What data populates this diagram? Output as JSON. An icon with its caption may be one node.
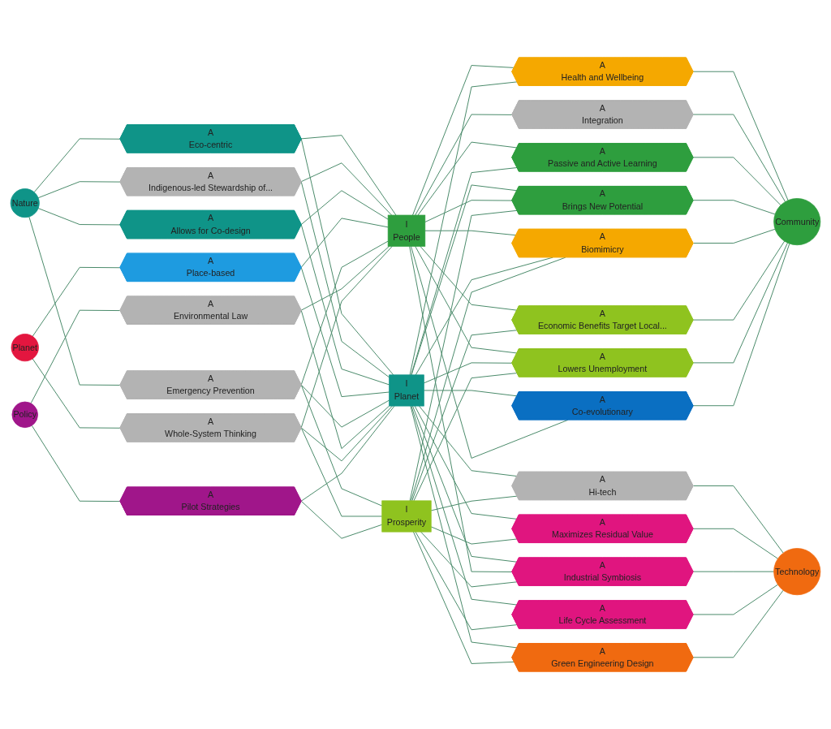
{
  "diagram": {
    "nodes": [
      {
        "text": [
          "Nature"
        ]
      },
      {
        "text": [
          "Planet"
        ]
      },
      {
        "text": [
          "A",
          "Eco-centric"
        ]
      },
      {
        "text": [
          "A",
          "Indigenous-led Stewardship of..."
        ]
      },
      {
        "text": [
          "A",
          "Allows for Co-design"
        ]
      },
      {
        "text": [
          "A",
          "Place-based"
        ]
      },
      {
        "text": [
          "A",
          "Emergency Prevention"
        ]
      },
      {
        "text": [
          "Policy"
        ]
      },
      {
        "text": [
          "A",
          "Environmental Law"
        ]
      },
      {
        "text": [
          "A",
          "Whole-System Thinking"
        ]
      },
      {
        "text": [
          "A",
          "Health and Wellbeing"
        ]
      },
      {
        "text": [
          "A",
          "Integration"
        ]
      },
      {
        "text": [
          "I",
          "People"
        ]
      },
      {
        "text": [
          "A",
          "Passive and Active Learning"
        ]
      },
      {
        "text": [
          "I",
          "Planet"
        ]
      },
      {
        "text": [
          "A",
          "Brings New Potential"
        ]
      },
      {
        "text": [
          "A",
          "Pilot Strategies"
        ]
      },
      {
        "text": [
          "A",
          "Hi-tech"
        ]
      },
      {
        "text": [
          "A",
          "Biomimicry"
        ]
      },
      {
        "text": [
          "A",
          "Economic Benefits Target Local..."
        ]
      },
      {
        "text": [
          "Community"
        ]
      },
      {
        "text": [
          "I",
          "Prosperity"
        ]
      },
      {
        "text": [
          "A",
          "Maximizes Residual Value"
        ]
      },
      {
        "text": [
          "A",
          "Industrial Symbiosis"
        ]
      },
      {
        "text": [
          "A",
          "Lowers Unemployment"
        ]
      },
      {
        "text": [
          "A",
          "Co-evolutionary"
        ]
      },
      {
        "text": [
          "A",
          "Life Cycle Assessment"
        ]
      },
      {
        "text": [
          "Technology"
        ]
      },
      {
        "text": [
          "A",
          "Green Engineering Design"
        ]
      }
    ],
    "edges": [
      {
        "from": 0,
        "to": 2,
        "arrow": "none"
      },
      {
        "from": 0,
        "to": 3,
        "arrow": "none"
      },
      {
        "from": 0,
        "to": 4,
        "arrow": "none"
      },
      {
        "from": 0,
        "to": 6,
        "arrow": "none"
      },
      {
        "from": 1,
        "to": 5,
        "arrow": "none"
      },
      {
        "from": 1,
        "to": 9,
        "arrow": "none"
      },
      {
        "from": 7,
        "to": 8,
        "arrow": "none"
      },
      {
        "from": 7,
        "to": 16,
        "arrow": "none"
      },
      {
        "from": 2,
        "to": 14,
        "arrow": "none"
      },
      {
        "from": 2,
        "to": 12,
        "arrow": "none"
      },
      {
        "from": 3,
        "to": 14,
        "arrow": "none"
      },
      {
        "from": 3,
        "to": 12,
        "arrow": "none"
      },
      {
        "from": 4,
        "to": 14,
        "arrow": "none"
      },
      {
        "from": 4,
        "to": 12,
        "arrow": "none"
      },
      {
        "from": 5,
        "to": 14,
        "arrow": "none"
      },
      {
        "from": 5,
        "to": 12,
        "arrow": "none"
      },
      {
        "from": 6,
        "to": 14,
        "arrow": "none"
      },
      {
        "from": 6,
        "to": 12,
        "arrow": "none"
      },
      {
        "from": 6,
        "to": 21,
        "arrow": "none"
      },
      {
        "from": 8,
        "to": 12,
        "arrow": "none"
      },
      {
        "from": 8,
        "to": 14,
        "arrow": "none"
      },
      {
        "from": 9,
        "to": 12,
        "arrow": "none"
      },
      {
        "from": 9,
        "to": 14,
        "arrow": "none"
      },
      {
        "from": 9,
        "to": 21,
        "arrow": "none"
      },
      {
        "from": 12,
        "to": 10,
        "arrow": "none"
      },
      {
        "from": 14,
        "to": 10,
        "arrow": "none"
      },
      {
        "from": 10,
        "to": 20,
        "arrow": "none"
      },
      {
        "from": 12,
        "to": 11,
        "arrow": "none"
      },
      {
        "from": 11,
        "to": 20,
        "arrow": "none"
      },
      {
        "from": 12,
        "to": 13,
        "arrow": "none"
      },
      {
        "from": 14,
        "to": 13,
        "arrow": "none"
      },
      {
        "from": 13,
        "to": 20,
        "arrow": "none"
      },
      {
        "from": 14,
        "to": 15,
        "arrow": "none"
      },
      {
        "from": 12,
        "to": 15,
        "arrow": "none"
      },
      {
        "from": 21,
        "to": 15,
        "arrow": "none"
      },
      {
        "from": 15,
        "to": 20,
        "arrow": "none"
      },
      {
        "from": 16,
        "to": 14,
        "arrow": "none"
      },
      {
        "from": 16,
        "to": 21,
        "arrow": "none"
      },
      {
        "from": 14,
        "to": 17,
        "arrow": "none"
      },
      {
        "from": 21,
        "to": 17,
        "arrow": "none"
      },
      {
        "from": 17,
        "to": 27,
        "arrow": "none"
      },
      {
        "from": 12,
        "to": 18,
        "arrow": "none"
      },
      {
        "from": 14,
        "to": 18,
        "arrow": "none"
      },
      {
        "from": 21,
        "to": 18,
        "arrow": "none"
      },
      {
        "from": 18,
        "to": 20,
        "arrow": "none"
      },
      {
        "from": 12,
        "to": 19,
        "arrow": "none"
      },
      {
        "from": 21,
        "to": 19,
        "arrow": "none"
      },
      {
        "from": 19,
        "to": 20,
        "arrow": "none"
      },
      {
        "from": 14,
        "to": 22,
        "arrow": "none"
      },
      {
        "from": 21,
        "to": 22,
        "arrow": "none"
      },
      {
        "from": 22,
        "to": 27,
        "arrow": "none"
      },
      {
        "from": 14,
        "to": 23,
        "arrow": "none"
      },
      {
        "from": 12,
        "to": 23,
        "arrow": "none"
      },
      {
        "from": 21,
        "to": 23,
        "arrow": "none"
      },
      {
        "from": 23,
        "to": 27,
        "arrow": "none"
      },
      {
        "from": 12,
        "to": 24,
        "arrow": "none"
      },
      {
        "from": 14,
        "to": 24,
        "arrow": "none"
      },
      {
        "from": 21,
        "to": 24,
        "arrow": "none"
      },
      {
        "from": 24,
        "to": 20,
        "arrow": "none"
      },
      {
        "from": 14,
        "to": 25,
        "arrow": "none"
      },
      {
        "from": 12,
        "to": 25,
        "arrow": "none"
      },
      {
        "from": 25,
        "to": 20,
        "arrow": "none"
      },
      {
        "from": 14,
        "to": 26,
        "arrow": "none"
      },
      {
        "from": 21,
        "to": 26,
        "arrow": "none"
      },
      {
        "from": 26,
        "to": 27,
        "arrow": "none"
      },
      {
        "from": 14,
        "to": 28,
        "arrow": "none"
      },
      {
        "from": 21,
        "to": 28,
        "arrow": "none"
      },
      {
        "from": 28,
        "to": 27,
        "arrow": "none"
      }
    ]
  }
}
